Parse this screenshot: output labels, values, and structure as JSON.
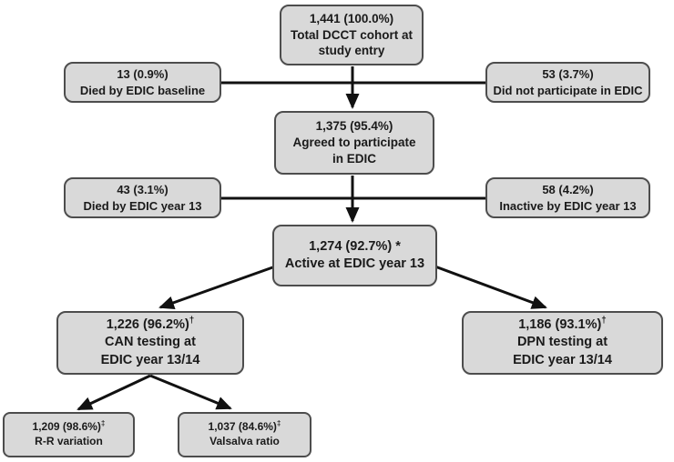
{
  "colors": {
    "box_fill": "#d9d9d9",
    "box_border": "#4d4d4d",
    "line": "#111111",
    "background": "#ffffff"
  },
  "boxes": {
    "total": {
      "count": "1,441 (100.0%)",
      "marker": "",
      "label_lines": [
        "Total DCCT cohort at",
        "study entry"
      ]
    },
    "died_baseline": {
      "count": "13 (0.9%)",
      "marker": "",
      "label_lines": [
        "Died by EDIC baseline"
      ]
    },
    "did_not_participate": {
      "count": "53 (3.7%)",
      "marker": "",
      "label_lines": [
        "Did not participate in EDIC"
      ]
    },
    "agreed": {
      "count": "1,375 (95.4%)",
      "marker": "",
      "label_lines": [
        "Agreed to participate",
        "in EDIC"
      ]
    },
    "died_year13": {
      "count": "43 (3.1%)",
      "marker": "",
      "label_lines": [
        "Died by EDIC year 13"
      ]
    },
    "inactive_year13": {
      "count": "58 (4.2%)",
      "marker": "",
      "label_lines": [
        "Inactive by EDIC year 13"
      ]
    },
    "active_year13": {
      "count": "1,274 (92.7%) *",
      "marker": "",
      "label_lines": [
        "Active at EDIC year 13"
      ]
    },
    "can_testing": {
      "count": "1,226 (96.2%)",
      "marker": "†",
      "label_lines": [
        "CAN testing at",
        "EDIC year 13/14"
      ]
    },
    "dpn_testing": {
      "count": "1,186 (93.1%)",
      "marker": "†",
      "label_lines": [
        "DPN testing at",
        "EDIC year 13/14"
      ]
    },
    "rr_variation": {
      "count": "1,209 (98.6%)",
      "marker": "‡",
      "label_lines": [
        "R-R variation"
      ]
    },
    "valsalva": {
      "count": "1,037 (84.6%)",
      "marker": "‡",
      "label_lines": [
        "Valsalva ratio"
      ]
    }
  }
}
